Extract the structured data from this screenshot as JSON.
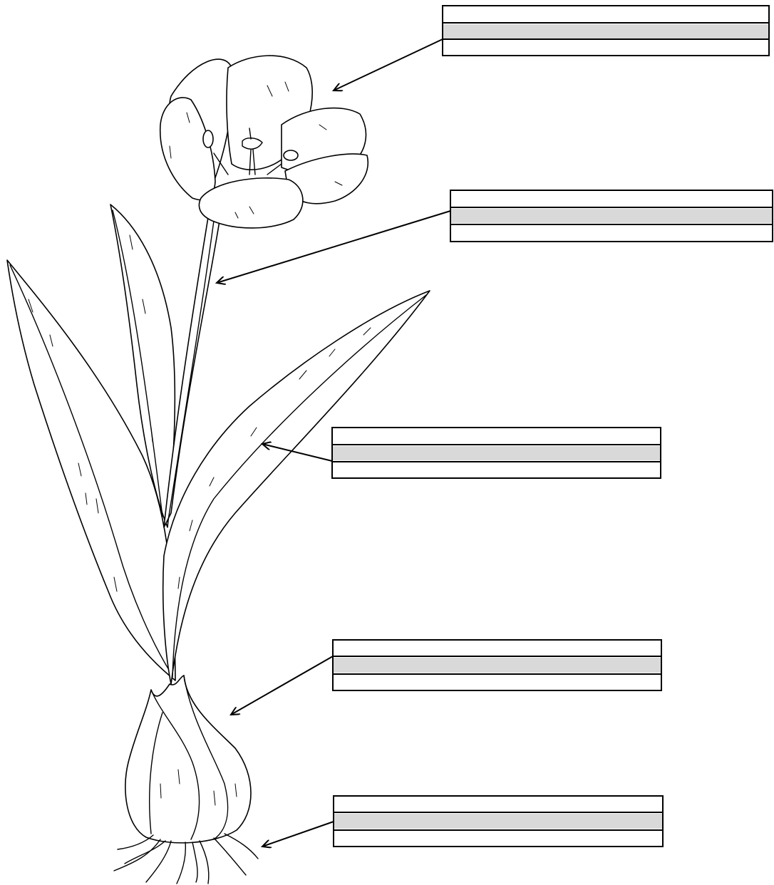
{
  "diagram": {
    "parts": [
      {
        "id": "flower",
        "answer": ""
      },
      {
        "id": "stem",
        "answer": ""
      },
      {
        "id": "leaf",
        "answer": ""
      },
      {
        "id": "bulb",
        "answer": ""
      },
      {
        "id": "roots",
        "answer": ""
      }
    ]
  },
  "colors": {
    "line": "#000000",
    "background": "#ffffff",
    "writing_band": "#d9d9d9"
  }
}
